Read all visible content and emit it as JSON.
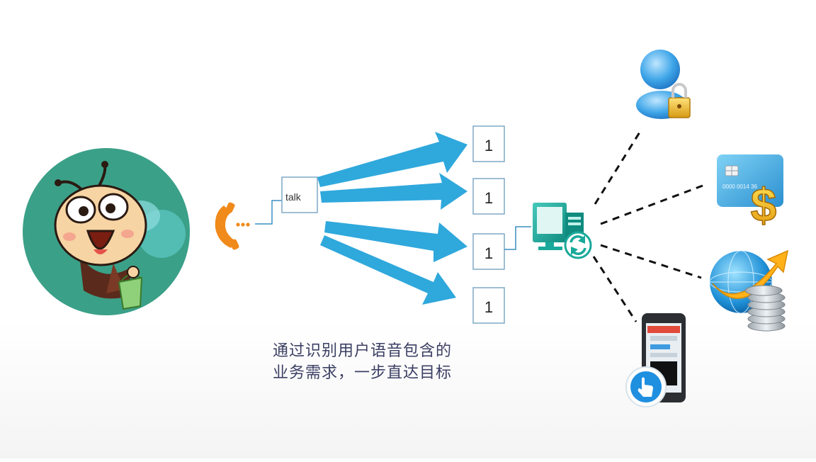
{
  "talk_label": "talk",
  "intent_boxes": [
    "1",
    "1",
    "1",
    "1"
  ],
  "caption_lines": [
    "通过识别用户语音包含的",
    "业务需求，一步直达目标"
  ],
  "card_number": "0000 0014 36",
  "phone_banner": "",
  "colors": {
    "teal_circle": "#3ba088",
    "arrow_blue": "#2fa8dc",
    "box_border": "#7fa8c6",
    "connector": "#3a8fc0",
    "phone_orange": "#f08a1a",
    "dashed_line": "#111111",
    "server_teal": "#19a99a",
    "caption_text": "#3b3f63"
  },
  "icons": {
    "mascot": "bee-mascot-icon",
    "phone": "phone-call-icon",
    "server": "server-sync-icon",
    "user": "user-lock-icon",
    "card": "credit-card-dollar-icon",
    "globe": "globe-coins-icon",
    "mobile": "mobile-touch-icon"
  }
}
